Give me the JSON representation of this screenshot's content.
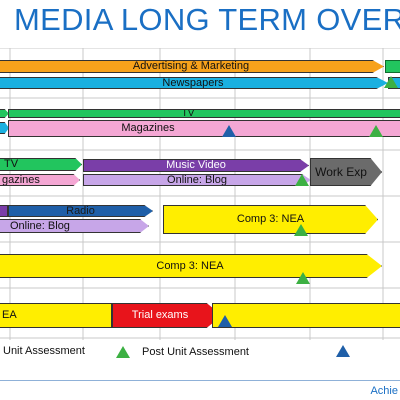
{
  "title": "MEDIA LONG TERM OVERV",
  "rows": {
    "advertising": "Advertising & Marketing",
    "newspapers": "Newspapers",
    "tv_top": "TV",
    "magazines": "Magazines",
    "tv_left": "TV",
    "magazines_left": "gazines",
    "music_video": "Music Video",
    "online_blog_1": "Online: Blog",
    "work_exp": "Work Exp",
    "radio": "Radio",
    "online_blog_2": "Online: Blog",
    "comp3_nea_1": "Comp 3: NEA",
    "comp3_nea_2": "Comp 3: NEA",
    "nea_left": "EA",
    "trial_exams": "Trial exams"
  },
  "legend": {
    "unit_assessment": "Unit Assessment",
    "post_unit_assessment": "Post Unit Assessment"
  },
  "footer": {
    "text": "Achie"
  },
  "colors": {
    "title": "#1a6fc4",
    "orange": "#f7a21b",
    "cyan": "#1ab0e0",
    "green": "#22c55e",
    "pink": "#f4a7d4",
    "purple": "#7a3ea8",
    "lavender": "#c7a6e8",
    "gray": "#6b6b6b",
    "navy": "#1f5fa8",
    "yellow": "#ffee00",
    "red": "#e8141b",
    "marker_green": "#3cb043",
    "marker_blue": "#1f5fa8"
  }
}
